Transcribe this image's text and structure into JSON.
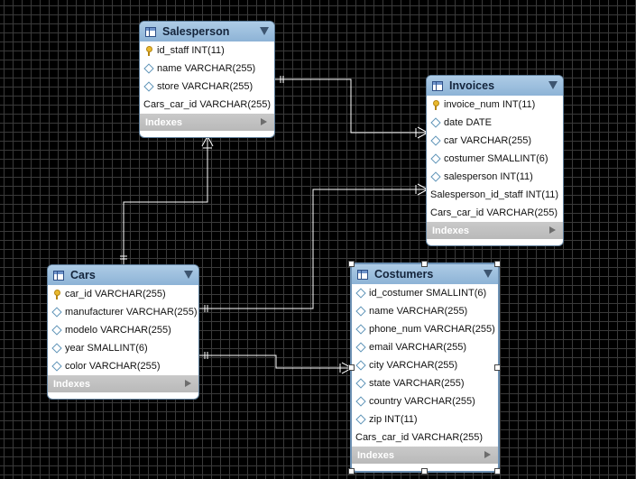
{
  "tables": {
    "salesperson": {
      "title": "Salesperson",
      "columns": [
        {
          "label": "id_staff INT(11)",
          "icon": "key"
        },
        {
          "label": "name VARCHAR(255)",
          "icon": "diamond"
        },
        {
          "label": "store VARCHAR(255)",
          "icon": "diamond"
        },
        {
          "label": "Cars_car_id VARCHAR(255)",
          "icon": "none"
        }
      ],
      "indexes_label": "Indexes"
    },
    "invoices": {
      "title": "Invoices",
      "columns": [
        {
          "label": "invoice_num INT(11)",
          "icon": "key"
        },
        {
          "label": "date DATE",
          "icon": "diamond"
        },
        {
          "label": "car VARCHAR(255)",
          "icon": "diamond"
        },
        {
          "label": "costumer SMALLINT(6)",
          "icon": "diamond"
        },
        {
          "label": "salesperson INT(11)",
          "icon": "diamond"
        },
        {
          "label": "Salesperson_id_staff INT(11)",
          "icon": "none"
        },
        {
          "label": "Cars_car_id VARCHAR(255)",
          "icon": "none"
        }
      ],
      "indexes_label": "Indexes"
    },
    "cars": {
      "title": "Cars",
      "columns": [
        {
          "label": "car_id VARCHAR(255)",
          "icon": "key"
        },
        {
          "label": "manufacturer VARCHAR(255)",
          "icon": "diamond"
        },
        {
          "label": "modelo VARCHAR(255)",
          "icon": "diamond"
        },
        {
          "label": "year SMALLINT(6)",
          "icon": "diamond"
        },
        {
          "label": "color VARCHAR(255)",
          "icon": "diamond"
        }
      ],
      "indexes_label": "Indexes"
    },
    "costumers": {
      "title": "Costumers",
      "columns": [
        {
          "label": "id_costumer SMALLINT(6)",
          "icon": "diamond"
        },
        {
          "label": "name VARCHAR(255)",
          "icon": "diamond"
        },
        {
          "label": "phone_num VARCHAR(255)",
          "icon": "diamond"
        },
        {
          "label": "email VARCHAR(255)",
          "icon": "diamond"
        },
        {
          "label": "city VARCHAR(255)",
          "icon": "diamond"
        },
        {
          "label": "state VARCHAR(255)",
          "icon": "diamond"
        },
        {
          "label": "country VARCHAR(255)",
          "icon": "diamond"
        },
        {
          "label": "zip INT(11)",
          "icon": "diamond"
        },
        {
          "label": "Cars_car_id VARCHAR(255)",
          "icon": "none"
        }
      ],
      "indexes_label": "Indexes",
      "selected": true
    }
  },
  "relationships": [
    {
      "from": "Salesperson",
      "to": "Invoices",
      "from_end": "one",
      "to_end": "many"
    },
    {
      "from": "Cars",
      "to": "Salesperson",
      "from_end": "one",
      "to_end": "many"
    },
    {
      "from": "Cars",
      "to": "Invoices",
      "from_end": "one",
      "to_end": "many"
    },
    {
      "from": "Cars",
      "to": "Costumers",
      "from_end": "one",
      "to_end": "many"
    }
  ]
}
